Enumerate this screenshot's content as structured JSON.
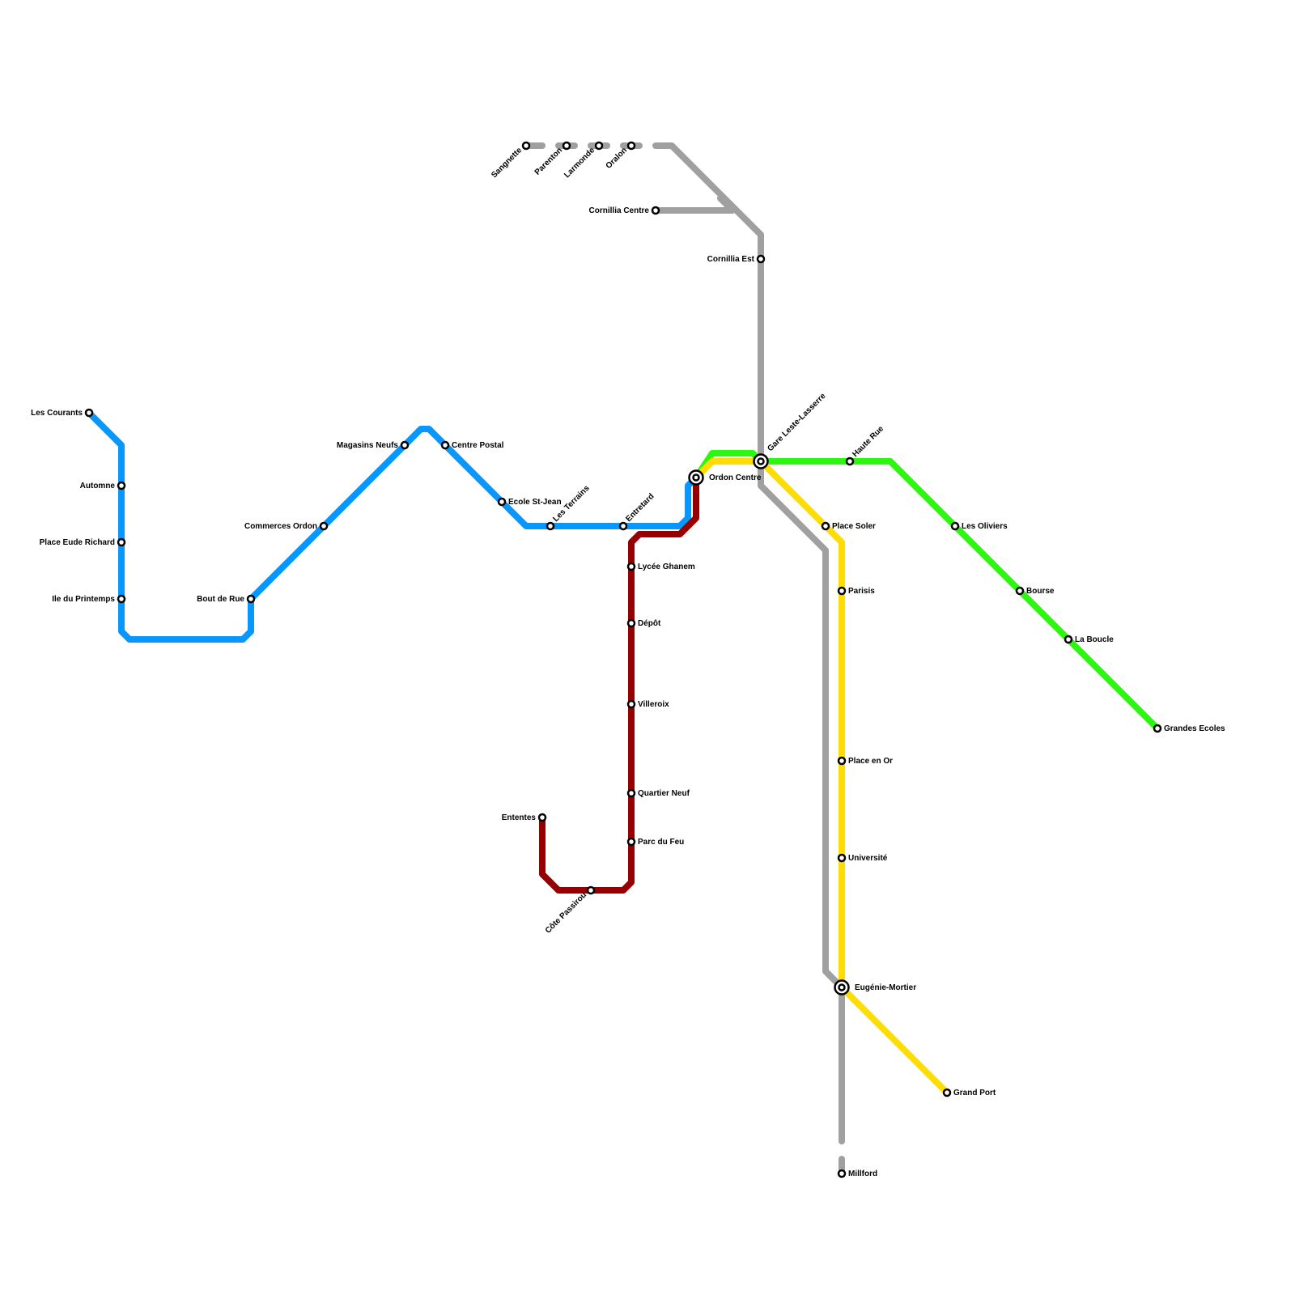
{
  "lines": [
    {
      "id": "blue",
      "color": "#0896ff"
    },
    {
      "id": "grey",
      "color": "#a0a0a0"
    },
    {
      "id": "green",
      "color": "#2cf70e"
    },
    {
      "id": "yellow",
      "color": "#ffdd00"
    },
    {
      "id": "red",
      "color": "#950000"
    }
  ],
  "stations": [
    {
      "id": "les-courants",
      "name": "Les Courants"
    },
    {
      "id": "automne",
      "name": "Automne"
    },
    {
      "id": "place-eude-richard",
      "name": "Place Eude Richard"
    },
    {
      "id": "ile-du-printemps",
      "name": "Ile du Printemps"
    },
    {
      "id": "bout-de-rue",
      "name": "Bout de Rue"
    },
    {
      "id": "commerces-ordon",
      "name": "Commerces Ordon"
    },
    {
      "id": "magasins-neufs",
      "name": "Magasins Neufs"
    },
    {
      "id": "centre-postal",
      "name": "Centre Postal"
    },
    {
      "id": "ecole-st-jean",
      "name": "Ecole St-Jean"
    },
    {
      "id": "les-terrains",
      "name": "Les Terrains"
    },
    {
      "id": "entretard",
      "name": "Entretard"
    },
    {
      "id": "ordon-centre",
      "name": "Ordon Centre"
    },
    {
      "id": "sangnette",
      "name": "Sangnette"
    },
    {
      "id": "parenton",
      "name": "Parenton"
    },
    {
      "id": "larmonde",
      "name": "Larmonde"
    },
    {
      "id": "oralon",
      "name": "Oralon"
    },
    {
      "id": "cornillia-centre",
      "name": "Cornillia Centre"
    },
    {
      "id": "cornillia-est",
      "name": "Cornillia Est"
    },
    {
      "id": "gare-leste-lasserre",
      "name": "Gare Leste-Lasserre"
    },
    {
      "id": "haute-rue",
      "name": "Haute Rue"
    },
    {
      "id": "les-oliviers",
      "name": "Les Oliviers"
    },
    {
      "id": "bourse",
      "name": "Bourse"
    },
    {
      "id": "la-boucle",
      "name": "La Boucle"
    },
    {
      "id": "grandes-ecoles",
      "name": "Grandes Ecoles"
    },
    {
      "id": "place-soler",
      "name": "Place Soler"
    },
    {
      "id": "parisis",
      "name": "Parisis"
    },
    {
      "id": "place-en-or",
      "name": "Place en Or"
    },
    {
      "id": "universite",
      "name": "Université"
    },
    {
      "id": "eugenie-mortier",
      "name": "Eugénie-Mortier"
    },
    {
      "id": "grand-port",
      "name": "Grand Port"
    },
    {
      "id": "millford",
      "name": "Millford"
    },
    {
      "id": "lycee-ghanem",
      "name": "Lycée Ghanem"
    },
    {
      "id": "depot",
      "name": "Dépôt"
    },
    {
      "id": "villeroix",
      "name": "Villeroix"
    },
    {
      "id": "quartier-neuf",
      "name": "Quartier Neuf"
    },
    {
      "id": "parc-du-feu",
      "name": "Parc du Feu"
    },
    {
      "id": "cote-passirou",
      "name": "Côte Passirou"
    },
    {
      "id": "ententes",
      "name": "Ententes"
    }
  ]
}
